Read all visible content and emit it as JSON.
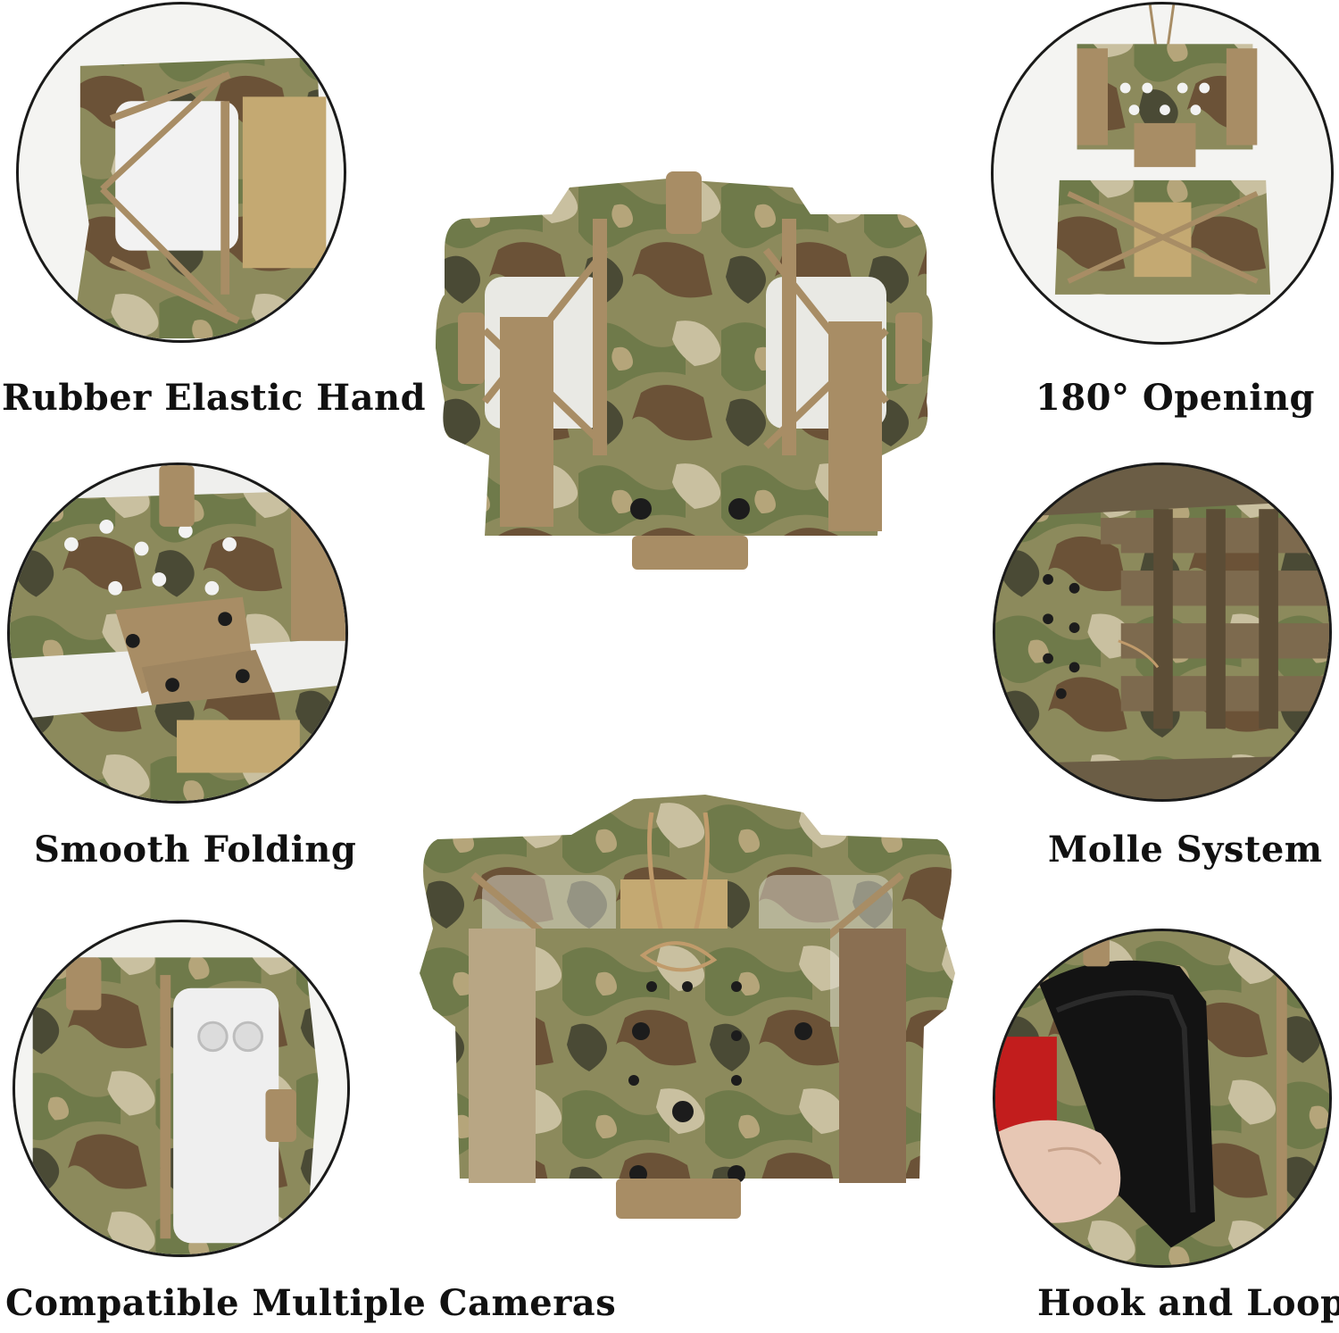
{
  "captions": {
    "rubber_elastic_hand": "Rubber Elastic Hand",
    "opening_180": "180°  Opening",
    "smooth_folding": "Smooth Folding",
    "molle_system": "Molle System",
    "compatible_cameras": "Compatible Multiple Cameras",
    "hook_and_loop": "Hook and Loop"
  },
  "colors": {
    "camo_tan": "#9a8a62",
    "camo_green": "#6f7a4a",
    "camo_brown": "#6b5237",
    "camo_dark": "#4a4a35",
    "camo_light": "#c9c0a0",
    "strap_tan": "#a88d65",
    "hardware_black": "#1c1c1c",
    "outline": "#1a1a1a"
  }
}
